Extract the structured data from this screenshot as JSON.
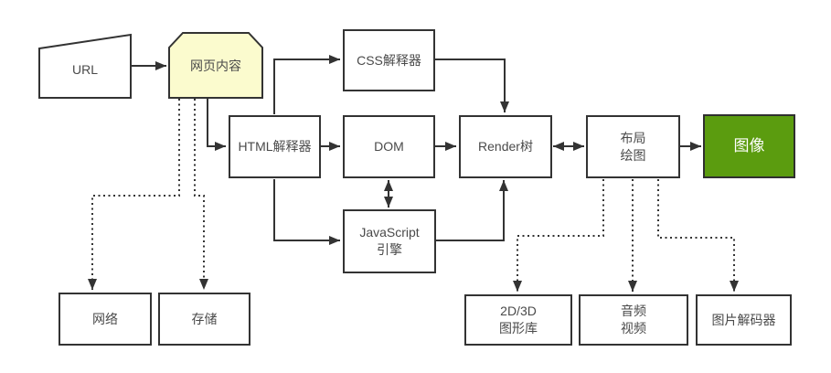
{
  "diagram": {
    "title": "browser-rendering-engine-flow",
    "background": "#ffffff",
    "line_color": "#333333",
    "text_color": "#4a4a4a",
    "nodes": {
      "url": {
        "label": "URL",
        "shape": "manual-input",
        "fill": "#ffffff"
      },
      "page_content": {
        "label": "网页内容",
        "shape": "clipped-top-rect",
        "fill": "#fbfbce"
      },
      "css_parser": {
        "label": "CSS解释器",
        "shape": "rect",
        "fill": "#ffffff"
      },
      "html_parser": {
        "label": "HTML解释器",
        "shape": "rect",
        "fill": "#ffffff"
      },
      "dom": {
        "label": "DOM",
        "shape": "rect",
        "fill": "#ffffff"
      },
      "js_engine": {
        "label": "JavaScript\n引擎",
        "shape": "rect",
        "fill": "#ffffff"
      },
      "render_tree": {
        "label": "Render树",
        "shape": "rect",
        "fill": "#ffffff"
      },
      "layout_paint": {
        "label": "布局\n绘图",
        "shape": "rect",
        "fill": "#ffffff"
      },
      "image_output": {
        "label": "图像",
        "shape": "rect",
        "fill": "#5b9c0f",
        "text_color": "#ffffff"
      },
      "network": {
        "label": "网络",
        "shape": "rect",
        "fill": "#ffffff"
      },
      "storage": {
        "label": "存储",
        "shape": "rect",
        "fill": "#ffffff"
      },
      "graphics_lib": {
        "label": "2D/3D\n图形库",
        "shape": "rect",
        "fill": "#ffffff"
      },
      "audio_video": {
        "label": "音频\n视频",
        "shape": "rect",
        "fill": "#ffffff"
      },
      "image_decoder": {
        "label": "图片解码器",
        "shape": "rect",
        "fill": "#ffffff"
      }
    },
    "edges": [
      {
        "from": "url",
        "to": "page_content",
        "style": "solid",
        "bidirectional": false
      },
      {
        "from": "page_content",
        "to": "html_parser",
        "style": "solid",
        "bidirectional": false
      },
      {
        "from": "html_parser",
        "to": "css_parser",
        "style": "solid",
        "bidirectional": false
      },
      {
        "from": "css_parser",
        "to": "render_tree",
        "style": "solid",
        "bidirectional": false
      },
      {
        "from": "html_parser",
        "to": "dom",
        "style": "solid",
        "bidirectional": false
      },
      {
        "from": "dom",
        "to": "render_tree",
        "style": "solid",
        "bidirectional": false
      },
      {
        "from": "dom",
        "to": "js_engine",
        "style": "solid",
        "bidirectional": true
      },
      {
        "from": "html_parser",
        "to": "js_engine",
        "style": "solid",
        "bidirectional": false
      },
      {
        "from": "js_engine",
        "to": "render_tree",
        "style": "solid",
        "bidirectional": false
      },
      {
        "from": "render_tree",
        "to": "layout_paint",
        "style": "solid",
        "bidirectional": true
      },
      {
        "from": "layout_paint",
        "to": "image_output",
        "style": "solid",
        "bidirectional": false
      },
      {
        "from": "page_content",
        "to": "network",
        "style": "dotted",
        "bidirectional": false
      },
      {
        "from": "page_content",
        "to": "storage",
        "style": "dotted",
        "bidirectional": false
      },
      {
        "from": "layout_paint",
        "to": "graphics_lib",
        "style": "dotted",
        "bidirectional": false
      },
      {
        "from": "layout_paint",
        "to": "audio_video",
        "style": "dotted",
        "bidirectional": false
      },
      {
        "from": "layout_paint",
        "to": "image_decoder",
        "style": "dotted",
        "bidirectional": false
      }
    ]
  }
}
